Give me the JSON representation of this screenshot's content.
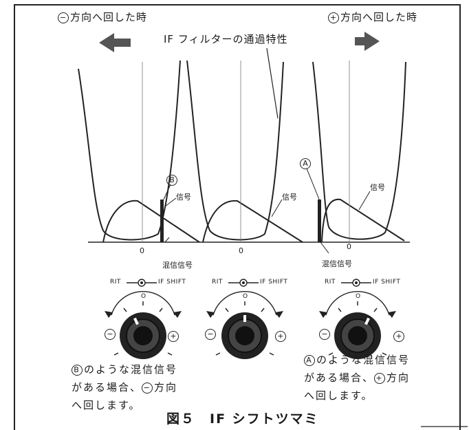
{
  "header": {
    "minus_direction": "方向へ回した時",
    "minus_symbol": "−",
    "plus_direction": "方向へ回した時",
    "plus_symbol": "+",
    "curve_title": "IF フィルターの通過特性"
  },
  "panels": [
    {
      "zero_label": "0",
      "marker": "B",
      "signal_label": "信号",
      "interference_label": "混信信号"
    },
    {
      "zero_label": "0",
      "signal_label": "信号"
    },
    {
      "zero_label": "0",
      "marker": "A",
      "signal_label": "信号",
      "interference_label": "混信信号"
    }
  ],
  "knobs": [
    {
      "caption_left": "RIT",
      "caption_right": "IF SHIFT",
      "top_mark": "O",
      "minus": "−",
      "plus": "+"
    },
    {
      "caption_left": "RIT",
      "caption_right": "IF SHIFT",
      "top_mark": "O",
      "minus": "−",
      "plus": "+"
    },
    {
      "caption_left": "RIT",
      "caption_right": "IF SHIFT",
      "top_mark": "O",
      "minus": "−",
      "plus": "+"
    }
  ],
  "descriptions": {
    "left": {
      "marker": "B",
      "line1": "のような混信信号",
      "line2a": "がある場合、",
      "symbol": "−",
      "line2b": "方向",
      "line3": "へ回します。"
    },
    "right": {
      "marker": "A",
      "line1": "のような混信信号",
      "line2a": "がある場合、",
      "symbol": "+",
      "line2b": "方向",
      "line3": "へ回します。"
    }
  },
  "figure_caption": "図５　IF シフトツマミ",
  "colors": {
    "ink": "#1a1a1a",
    "arrow": "#555555",
    "paper": "#ffffff"
  }
}
